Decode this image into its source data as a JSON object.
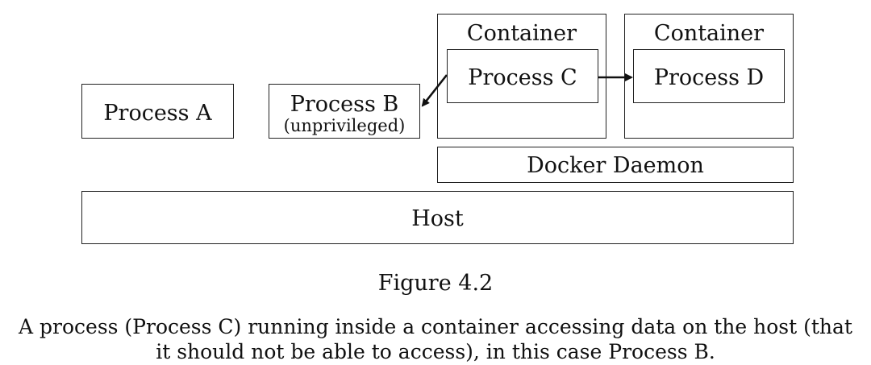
{
  "diagram": {
    "process_a": "Process A",
    "process_b": {
      "title": "Process B",
      "note": "(unprivileged)"
    },
    "container_left": {
      "title": "Container",
      "process": "Process C"
    },
    "container_right": {
      "title": "Container",
      "process": "Process D"
    },
    "docker_daemon": "Docker Daemon",
    "host": "Host"
  },
  "caption": {
    "figure": "Figure 4.2",
    "line1": "A process (Process C) running inside a container accessing data on the host (that",
    "line2": "it should not be able to access), in this case Process B."
  }
}
